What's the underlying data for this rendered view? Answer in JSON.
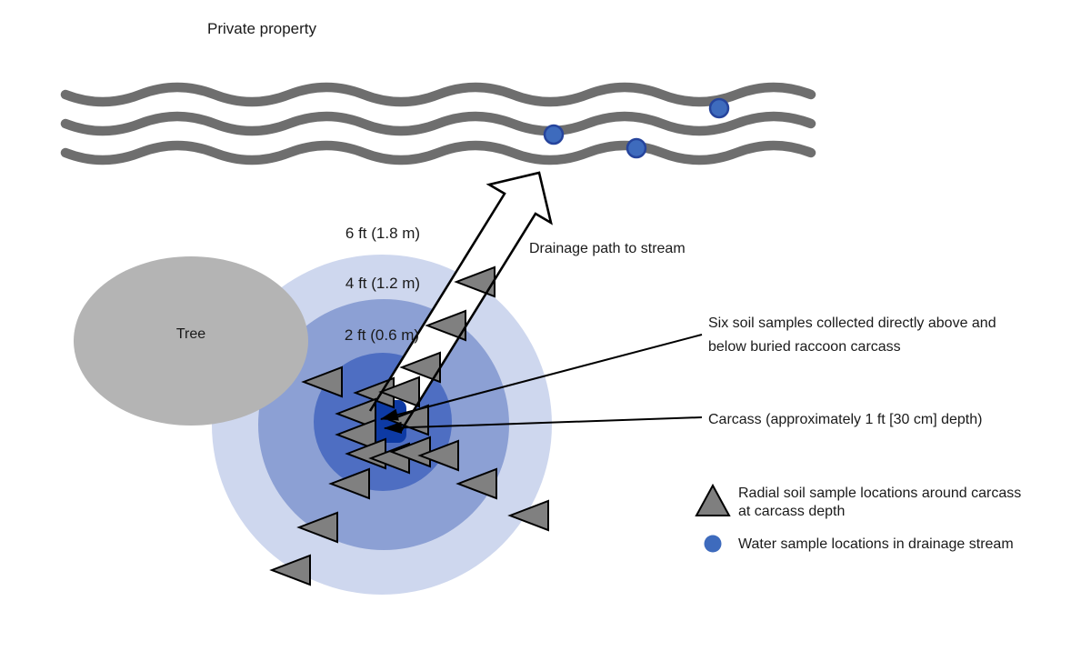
{
  "area": {
    "label": "Private property"
  },
  "tree": {
    "label": "Tree"
  },
  "rings": [
    {
      "label": "6 ft (1.8 m)"
    },
    {
      "label": "4 ft (1.2 m)"
    },
    {
      "label": "2 ft (0.6 m)"
    }
  ],
  "drainage": {
    "label": "Drainage path to stream"
  },
  "annotations": {
    "six_samples_line1": "Six soil samples collected directly above and",
    "six_samples_line2": "below buried raccoon carcass",
    "carcass": "Carcass (approximately 1 ft [30 cm] depth)"
  },
  "legend": {
    "soil_line1": "Radial soil sample locations around carcass",
    "soil_line2": "at carcass depth",
    "water": "Water sample locations in drainage stream"
  },
  "soil_samples": [
    [
      523,
      310
    ],
    [
      491,
      358
    ],
    [
      463,
      404
    ],
    [
      355,
      420
    ],
    [
      412,
      432
    ],
    [
      440,
      431
    ],
    [
      392,
      455
    ],
    [
      450,
      462
    ],
    [
      392,
      478
    ],
    [
      403,
      499
    ],
    [
      429,
      504
    ],
    [
      452,
      497
    ],
    [
      483,
      501
    ],
    [
      385,
      532
    ],
    [
      525,
      532
    ],
    [
      582,
      567
    ],
    [
      350,
      580
    ],
    [
      320,
      627
    ]
  ],
  "water_samples": [
    [
      609,
      148
    ],
    [
      700,
      163
    ],
    [
      791,
      119
    ]
  ],
  "colors": {
    "ring_outer": "#CED7EE",
    "ring_middle": "#8CA0D4",
    "ring_inner": "#4E6EC2",
    "carcass": "#0D3AA4",
    "soil_marker_fill": "#808080",
    "marker_outline": "#000000",
    "water_marker_fill": "#3E6BBD",
    "water_marker_border": "#26449C",
    "stream_gray": "#6E6E6E",
    "tree_gray": "#B4B4B4",
    "text": "#1a1a1a"
  }
}
